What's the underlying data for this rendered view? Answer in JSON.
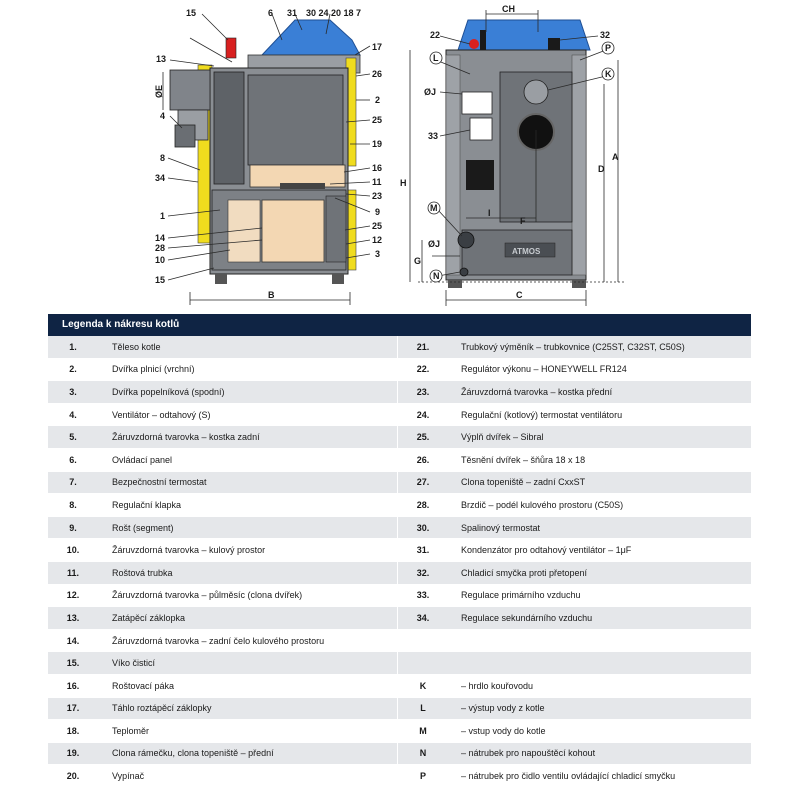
{
  "diagram": {
    "left_labels": [
      {
        "id": "l15a",
        "text": "15"
      },
      {
        "id": "l6",
        "text": "6"
      },
      {
        "id": "l31",
        "text": "31"
      },
      {
        "id": "l30",
        "text": "30 24 20 18 7"
      },
      {
        "id": "l17",
        "text": "17"
      },
      {
        "id": "l26",
        "text": "26"
      },
      {
        "id": "l2",
        "text": "2"
      },
      {
        "id": "l25a",
        "text": "25"
      },
      {
        "id": "l19",
        "text": "19"
      },
      {
        "id": "l16",
        "text": "16"
      },
      {
        "id": "l11",
        "text": "11"
      },
      {
        "id": "l23",
        "text": "23"
      },
      {
        "id": "l9",
        "text": "9"
      },
      {
        "id": "l25b",
        "text": "25"
      },
      {
        "id": "l12",
        "text": "12"
      },
      {
        "id": "l3",
        "text": "3"
      },
      {
        "id": "l13",
        "text": "13"
      },
      {
        "id": "lE",
        "text": "ØE"
      },
      {
        "id": "l4",
        "text": "4"
      },
      {
        "id": "l8",
        "text": "8"
      },
      {
        "id": "l34",
        "text": "34"
      },
      {
        "id": "l1",
        "text": "1"
      },
      {
        "id": "l14",
        "text": "14"
      },
      {
        "id": "l28",
        "text": "28"
      },
      {
        "id": "l10",
        "text": "10"
      },
      {
        "id": "l15b",
        "text": "15"
      },
      {
        "id": "lB",
        "text": "B"
      }
    ],
    "right_labels": [
      {
        "id": "rCH",
        "text": "CH"
      },
      {
        "id": "r22",
        "text": "22"
      },
      {
        "id": "r32",
        "text": "32"
      },
      {
        "id": "rL",
        "text": "L"
      },
      {
        "id": "rP",
        "text": "P"
      },
      {
        "id": "rK",
        "text": "K"
      },
      {
        "id": "rJ1",
        "text": "ØJ"
      },
      {
        "id": "r33",
        "text": "33"
      },
      {
        "id": "rD",
        "text": "D"
      },
      {
        "id": "rA",
        "text": "A"
      },
      {
        "id": "rH",
        "text": "H"
      },
      {
        "id": "rM",
        "text": "M"
      },
      {
        "id": "rI",
        "text": "I"
      },
      {
        "id": "rF",
        "text": "F"
      },
      {
        "id": "rJ2",
        "text": "ØJ"
      },
      {
        "id": "rG",
        "text": "G"
      },
      {
        "id": "rN",
        "text": "N"
      },
      {
        "id": "rC",
        "text": "C"
      },
      {
        "id": "rATMOS",
        "text": "ATMOS"
      }
    ]
  },
  "legend": {
    "title": "Legenda k nákresu kotlů",
    "rows": [
      {
        "n1": "1.",
        "t1": "Těleso kotle",
        "n2": "21.",
        "t2": "Trubkový výměník – trubkovnice (C25ST, C32ST, C50S)"
      },
      {
        "n1": "2.",
        "t1": "Dvířka plnicí (vrchní)",
        "n2": "22.",
        "t2": "Regulátor výkonu – HONEYWELL FR124"
      },
      {
        "n1": "3.",
        "t1": "Dvířka popelníková (spodní)",
        "n2": "23.",
        "t2": "Žáruvzdorná tvarovka – kostka přední"
      },
      {
        "n1": "4.",
        "t1": "Ventilátor – odtahový (S)",
        "n2": "24.",
        "t2": "Regulační (kotlový) termostat ventilátoru"
      },
      {
        "n1": "5.",
        "t1": "Žáruvzdorná tvarovka – kostka zadní",
        "n2": "25.",
        "t2": "Výplň dvířek – Sibral"
      },
      {
        "n1": "6.",
        "t1": "Ovládací panel",
        "n2": "26.",
        "t2": "Těsnění dvířek – šňůra 18 x 18"
      },
      {
        "n1": "7.",
        "t1": "Bezpečnostní termostat",
        "n2": "27.",
        "t2": "Clona topeniště – zadní CxxST"
      },
      {
        "n1": "8.",
        "t1": "Regulační klapka",
        "n2": "28.",
        "t2": "Brzdič – podél kulového prostoru (C50S)"
      },
      {
        "n1": "9.",
        "t1": "Rošt (segment)",
        "n2": "30.",
        "t2": "Spalinový termostat"
      },
      {
        "n1": "10.",
        "t1": "Žáruvzdorná tvarovka – kulový prostor",
        "n2": "31.",
        "t2": "Kondenzátor pro odtahový ventilátor – 1μF"
      },
      {
        "n1": "11.",
        "t1": "Roštová trubka",
        "n2": "32.",
        "t2": "Chladicí smyčka proti přetopení"
      },
      {
        "n1": "12.",
        "t1": "Žáruvzdorná tvarovka – půlměsíc (clona dvířek)",
        "n2": "33.",
        "t2": "Regulace primárního vzduchu"
      },
      {
        "n1": "13.",
        "t1": "Zatápěcí záklopka",
        "n2": "34.",
        "t2": "Regulace sekundárního vzduchu"
      },
      {
        "n1": "14.",
        "t1": "Žáruvzdorná tvarovka – zadní čelo kulového prostoru",
        "n2": "",
        "t2": ""
      },
      {
        "n1": "15.",
        "t1": "Víko čisticí",
        "n2": "",
        "t2": ""
      },
      {
        "n1": "16.",
        "t1": "Roštovací páka",
        "n2": "K",
        "t2": "– hrdlo kouřovodu"
      },
      {
        "n1": "17.",
        "t1": "Táhlo roztápěcí záklopky",
        "n2": "L",
        "t2": "– výstup vody z kotle"
      },
      {
        "n1": "18.",
        "t1": "Teploměr",
        "n2": "M",
        "t2": "– vstup vody do kotle"
      },
      {
        "n1": "19.",
        "t1": "Clona rámečku, clona topeniště – přední",
        "n2": "N",
        "t2": "– nátrubek pro napouštěcí kohout"
      },
      {
        "n1": "20.",
        "t1": "Vypínač",
        "n2": "P",
        "t2": "– nátrubek pro čidlo ventilu ovládající chladicí smyčku"
      }
    ]
  },
  "colors": {
    "header_bg": "#0f2444",
    "row_alt": "#e5e7ea",
    "boiler_body": "#8a8e93",
    "boiler_dark": "#5e6267",
    "lid_blue": "#3a7fd6",
    "frame_yellow": "#f0dc1e",
    "refractory": "#f3d7b3"
  }
}
